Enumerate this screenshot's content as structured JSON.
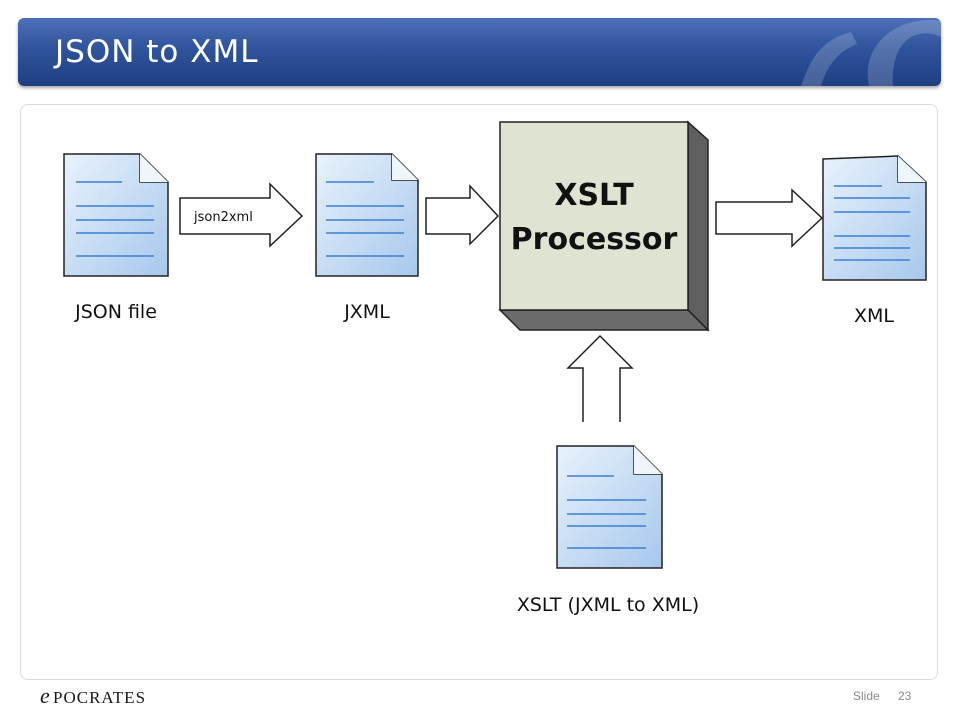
{
  "slide": {
    "title": "JSON to XML",
    "slide_label": "Slide",
    "slide_number": "23",
    "logo_text": "EPOCRATES"
  },
  "diagram": {
    "documents": {
      "json_file": "JSON file",
      "jxml": "JXML",
      "xml": "XML",
      "xslt": "XSLT (JXML to XML)"
    },
    "processor": {
      "line1": "XSLT",
      "line2": "Processor"
    },
    "arrow_label": "json2xml"
  },
  "colors": {
    "header": "#2f549c",
    "doc_fill": "#bcd7f1",
    "doc_lines": "#3d7fd1",
    "processor_front": "#dfe3d2",
    "processor_side": "#5f5f5f"
  }
}
